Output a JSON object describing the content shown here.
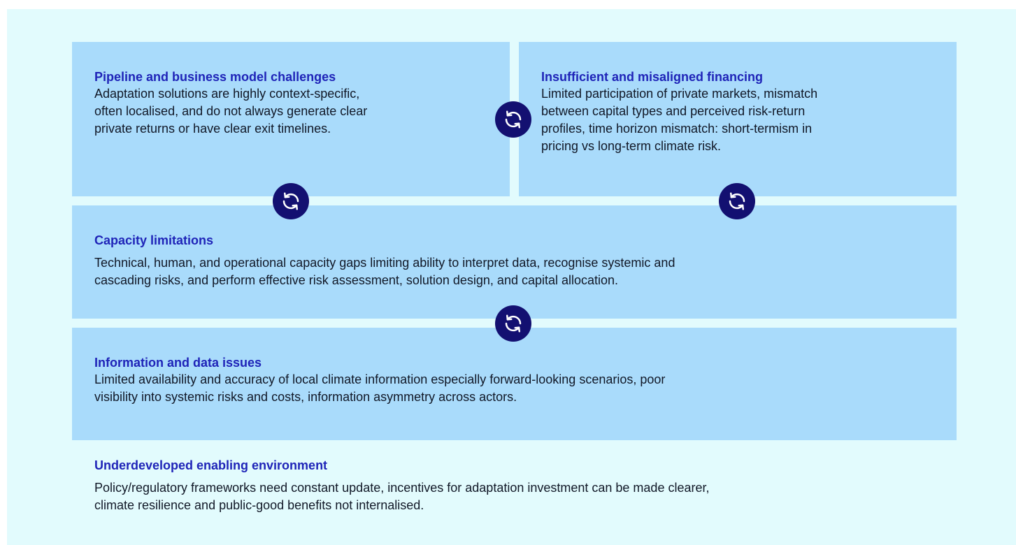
{
  "colors": {
    "background": "#e2fbfd",
    "box": "#a9dbfb",
    "title": "#1f24b8",
    "cycle_icon": "#131071"
  },
  "boxes": {
    "pipeline": {
      "title": "Pipeline and business model challenges",
      "body": [
        "Adaptation solutions are highly context-specific,",
        "often localised, and do not always generate clear",
        "private returns or have clear exit timelines."
      ]
    },
    "financing": {
      "title": "Insufficient and misaligned financing",
      "body": [
        "Limited participation of private markets, mismatch",
        "between capital types and perceived risk-return",
        "profiles, time horizon mismatch: short-termism in",
        "pricing vs long-term climate risk."
      ]
    },
    "capacity": {
      "title": "Capacity limitations",
      "body": [
        "Technical, human, and operational capacity gaps limiting ability to interpret data, recognise systemic and",
        "cascading risks, and perform effective risk assessment, solution design, and capital allocation."
      ]
    },
    "information": {
      "title": "Information and data issues",
      "body": [
        "Limited availability and accuracy of local climate information especially forward-looking scenarios, poor",
        "visibility into systemic risks and costs, information asymmetry across actors."
      ]
    },
    "environment": {
      "title": "Underdeveloped enabling environment",
      "body": [
        "Policy/regulatory frameworks need constant update, incentives for adaptation investment can be made clearer,",
        "climate resilience and public-good benefits not internalised."
      ]
    }
  },
  "icons": [
    "cycle-arrows-icon",
    "cycle-arrows-icon",
    "cycle-arrows-icon",
    "cycle-arrows-icon"
  ]
}
